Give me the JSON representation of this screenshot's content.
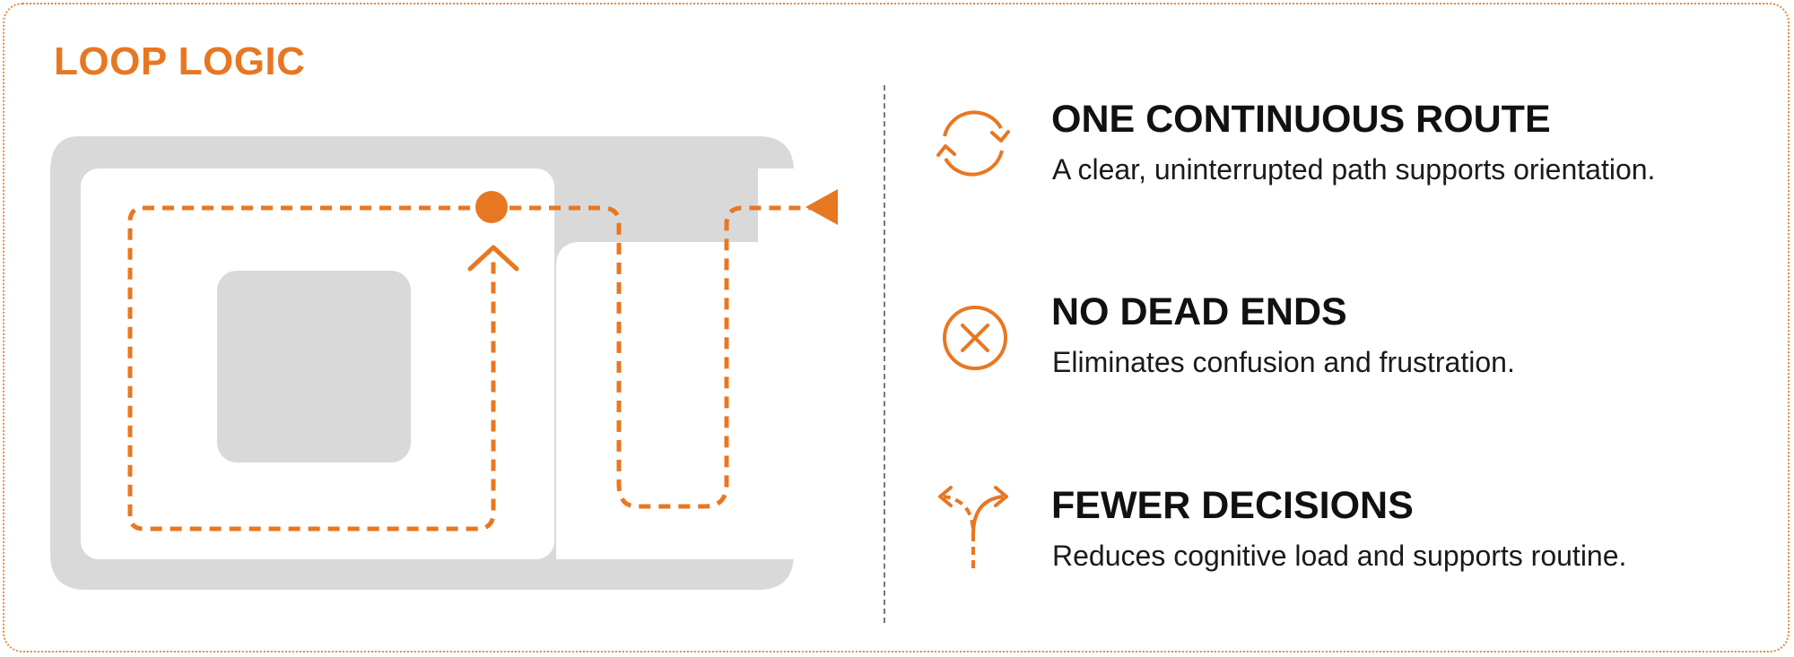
{
  "colors": {
    "accent": "#e87722",
    "floor": "#d9d9d9",
    "text": "#111111"
  },
  "title": "LOOP LOGIC",
  "features": [
    {
      "icon": "loop-arrows-icon",
      "heading": "ONE CONTINUOUS ROUTE",
      "text": "A clear, uninterrupted path supports orientation."
    },
    {
      "icon": "circle-x-icon",
      "heading": "NO DEAD ENDS",
      "text": "Eliminates confusion and frustration."
    },
    {
      "icon": "branching-arrows-icon",
      "heading": "FEWER DECISIONS",
      "text": "Reduces cognitive load and supports routine."
    }
  ]
}
